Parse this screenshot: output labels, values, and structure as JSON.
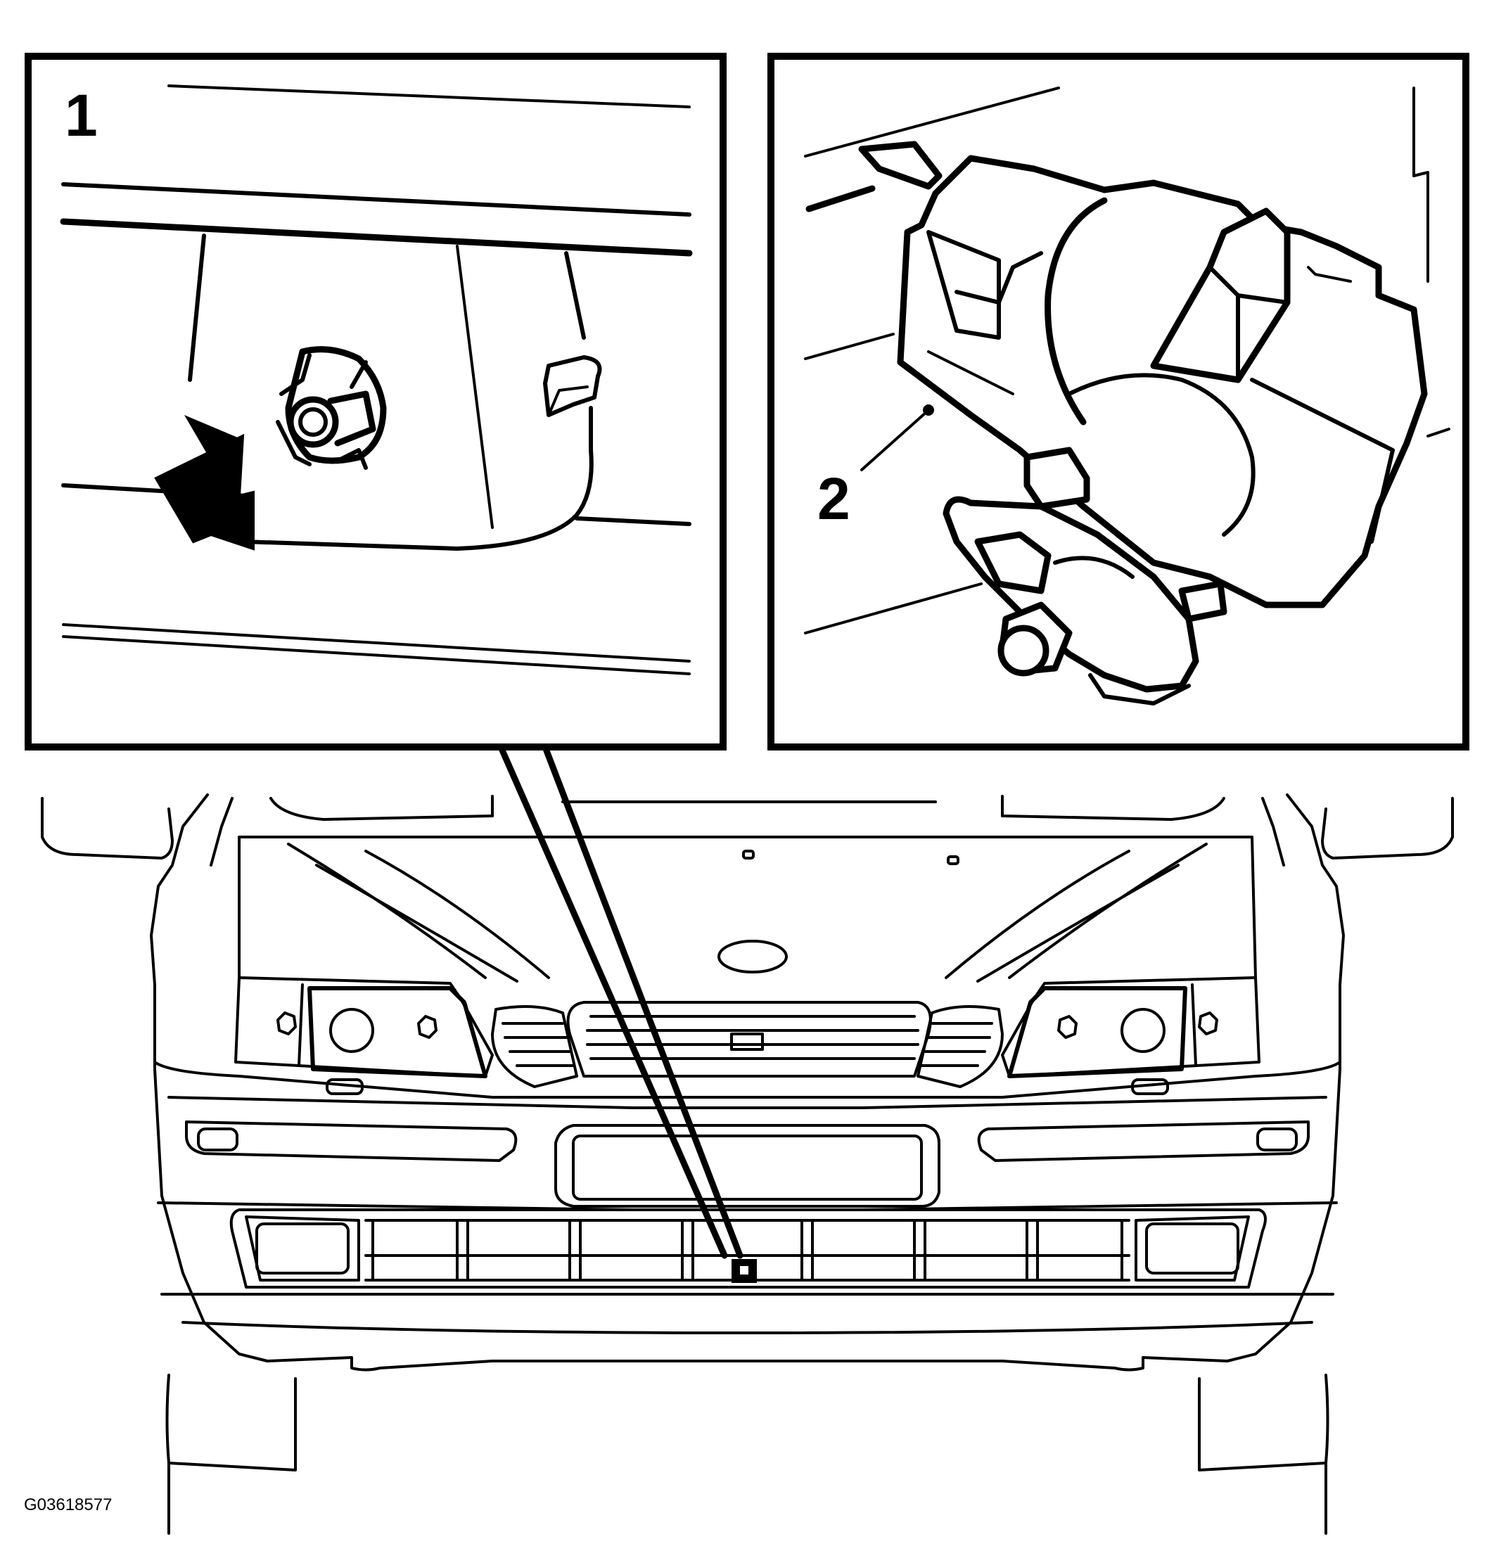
{
  "callouts": {
    "panel_1": "1",
    "panel_2": "2"
  },
  "figure_id": "G03618577",
  "colors": {
    "line": "#000000",
    "background": "#ffffff"
  },
  "icons": {
    "pointer": "arrow-icon",
    "locator": "square-marker-icon"
  }
}
